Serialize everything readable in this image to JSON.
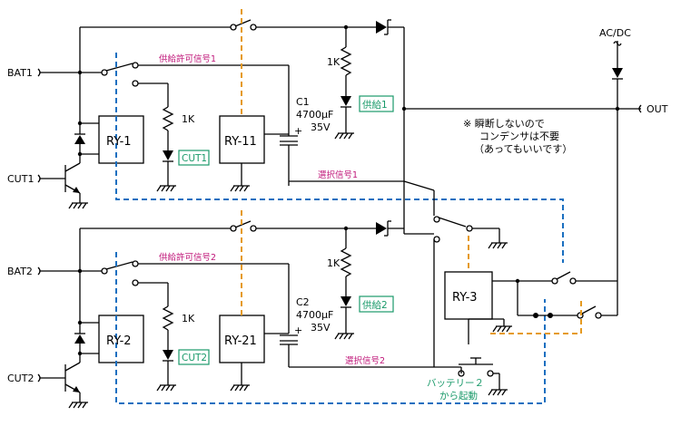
{
  "terminals": {
    "bat1": "BAT1",
    "cut1": "CUT1",
    "bat2": "BAT2",
    "cut2": "CUT2",
    "out": "OUT",
    "acdc": "AC/DC"
  },
  "relays": {
    "ry1": "RY-1",
    "ry11": "RY-11",
    "ry2": "RY-2",
    "ry21": "RY-21",
    "ry3": "RY-3"
  },
  "resistors": {
    "r1": "1K",
    "r2": "1K",
    "r3": "1K",
    "r4": "1K"
  },
  "capacitors": {
    "c1": {
      "name": "C1",
      "value": "4700μF",
      "voltage": "35V"
    },
    "c2": {
      "name": "C2",
      "value": "4700μF",
      "voltage": "35V"
    }
  },
  "leds": {
    "cut1": "CUT1",
    "cut2": "CUT2",
    "supply1": "供給1",
    "supply2": "供給2"
  },
  "signals": {
    "permit1": "供給許可信号1",
    "permit2": "供給許可信号2",
    "select1": "選択信号1",
    "select2": "選択信号2"
  },
  "note": {
    "line1": "※ 瞬断しないので",
    "line2": "コンデンサは不要",
    "line3": "（あってもいいです）"
  },
  "button_label": {
    "line1": "バッテリー２",
    "line2": "から起動"
  },
  "colors": {
    "wire": "#000000",
    "mechanical_link_blue": "#1a6fc0",
    "mechanical_link_orange": "#e59a20",
    "signal_text": "#c0187a",
    "led_label": "#1a9a6a"
  }
}
